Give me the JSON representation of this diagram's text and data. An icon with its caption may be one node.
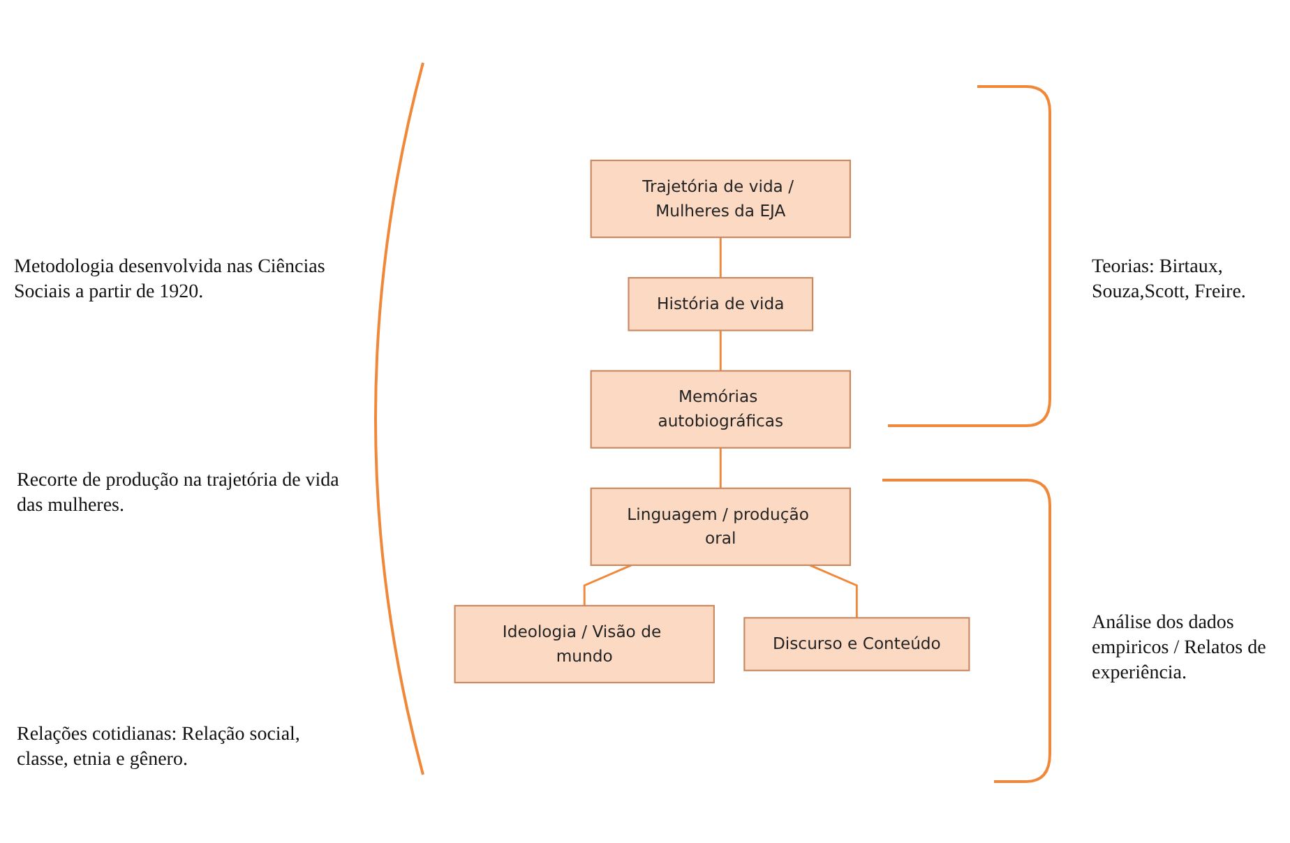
{
  "diagram": {
    "nodes": [
      {
        "text": [
          "Trajetória de vida / Mulheres da EJA"
        ]
      },
      {
        "text": [
          "História de vida"
        ]
      },
      {
        "text": [
          "Memórias autobiográficas"
        ]
      },
      {
        "text": [
          "Linguagem / produção oral"
        ]
      },
      {
        "text": [
          "Ideologia / Visão de mundo"
        ]
      },
      {
        "text": [
          "Discurso e Conteúdo"
        ]
      }
    ],
    "edges": [
      {
        "from": 0,
        "to": 1,
        "arrow": "none"
      },
      {
        "from": 1,
        "to": 2,
        "arrow": "none"
      },
      {
        "from": 2,
        "to": 3,
        "arrow": "none"
      },
      {
        "from": 3,
        "to": 4,
        "arrow": "none"
      },
      {
        "from": 3,
        "to": 5,
        "arrow": "none"
      }
    ],
    "labels": [
      "Metodologia desenvolvida nas Ciências Sociais a partir de 1920.",
      "Teorias: Birtaux, Souza,Scott, Freire.",
      "Recorte de produção na trajetória de vida das mulheres.",
      "Análise dos dados empiricos / Relatos de experiência.",
      "Relações cotidianas: Relação social, classe, etnia e gênero."
    ]
  }
}
